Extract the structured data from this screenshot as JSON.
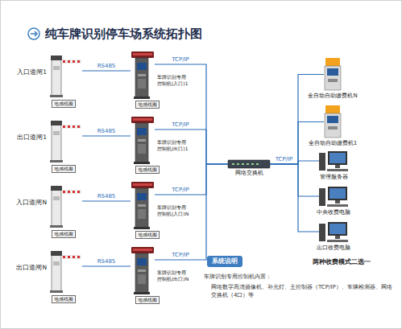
{
  "diagram": {
    "title": "纯车牌识别停车场系统拓扑图",
    "nodes": [
      {
        "text": [
          "入口道闸1"
        ]
      },
      {
        "text": [
          "地感线圈"
        ]
      },
      {
        "text": [
          "车牌识别专用 控制机(入口)1"
        ]
      },
      {
        "text": [
          "地感线圈"
        ]
      },
      {
        "text": [
          "出口道闸1"
        ]
      },
      {
        "text": [
          "地感线圈"
        ]
      },
      {
        "text": [
          "车牌识别专用 控制机(出口)1"
        ]
      },
      {
        "text": [
          "地感线圈"
        ]
      },
      {
        "text": [
          "入口道闸N"
        ]
      },
      {
        "text": [
          "地感线圈"
        ]
      },
      {
        "text": [
          "车牌识别专用 控制机(入口)N"
        ]
      },
      {
        "text": [
          "地感线圈"
        ]
      },
      {
        "text": [
          "出口道闸N"
        ]
      },
      {
        "text": [
          "地感线圈"
        ]
      },
      {
        "text": [
          "车牌识别专用 控制机(出口)N"
        ]
      },
      {
        "text": [
          "地感线圈"
        ]
      },
      {
        "text": [
          "网络交换机"
        ]
      },
      {
        "text": [
          "全自动自助缴费机N"
        ]
      },
      {
        "text": [
          "全自动自助缴费机1"
        ]
      },
      {
        "text": [
          "管理服务器"
        ]
      },
      {
        "text": [
          "中央收费电脑"
        ]
      },
      {
        "text": [
          "出口收费电脑"
        ]
      },
      {
        "text": [
          "系统说明"
        ]
      }
    ],
    "edges": [
      {
        "from": 0,
        "to": 2,
        "label": "RS485",
        "arrow": "none"
      },
      {
        "from": 4,
        "to": 6,
        "label": "RS485",
        "arrow": "none"
      },
      {
        "from": 8,
        "to": 10,
        "label": "RS485",
        "arrow": "none"
      },
      {
        "from": 12,
        "to": 14,
        "label": "RS485",
        "arrow": "none"
      },
      {
        "from": 2,
        "to": 16,
        "label": "TCP/IP",
        "arrow": "none"
      },
      {
        "from": 6,
        "to": 16,
        "label": "TCP/IP",
        "arrow": "none"
      },
      {
        "from": 10,
        "to": 16,
        "label": "TCP/IP",
        "arrow": "none"
      },
      {
        "from": 14,
        "to": 16,
        "label": "TCP/IP",
        "arrow": "none"
      },
      {
        "from": 16,
        "to": 17,
        "arrow": "none"
      },
      {
        "from": 16,
        "to": 18,
        "arrow": "none"
      },
      {
        "from": 16,
        "to": 19,
        "label": "TCP/IP",
        "arrow": "none"
      },
      {
        "from": 16,
        "to": 20,
        "arrow": "none"
      },
      {
        "from": 16,
        "to": 21,
        "arrow": "none"
      }
    ],
    "labels": [
      "两种收费模式二选一",
      "车牌识别专用控制机内置：",
      "网络数字高清摄像机、补光灯、主控制器（TCP/IP）、车辆检测器、网络交换机（4口）等"
    ]
  }
}
